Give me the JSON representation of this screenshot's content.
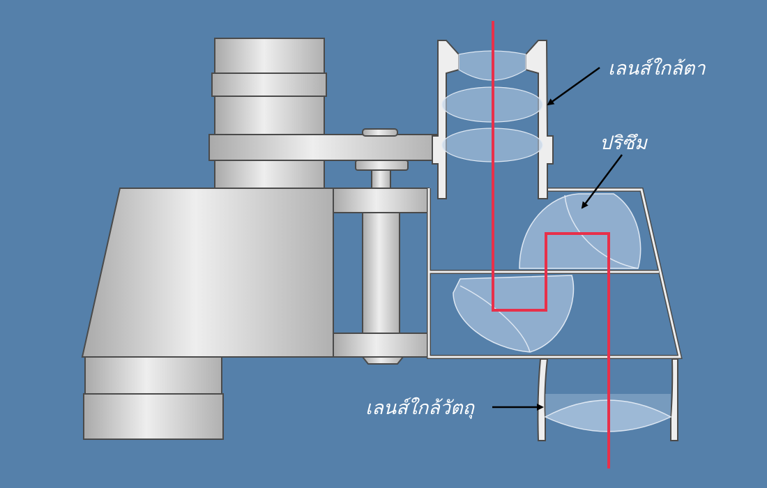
{
  "labels": {
    "eyepiece": "เลนส์ใกล้ตา",
    "prism": "ปริซึม",
    "objective": "เลนส์ใกล้วัตถุ"
  },
  "colors": {
    "background": "#5580aa",
    "metal_light": "#eeeeee",
    "metal_dark": "#a9a9a9",
    "outline": "#4a4a4a",
    "light_ray": "#e8304a",
    "glass": "#b8cde6"
  }
}
